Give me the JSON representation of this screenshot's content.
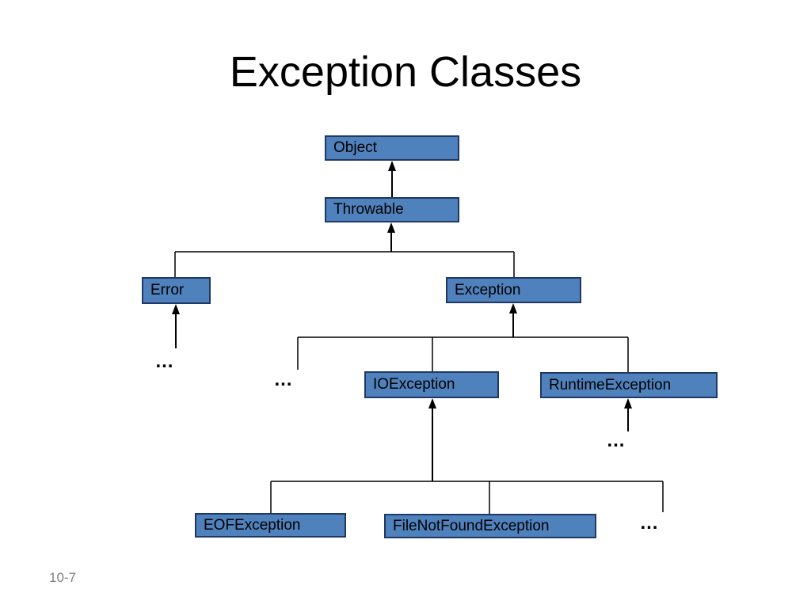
{
  "slide": {
    "title": "Exception Classes",
    "page_number": "10-7"
  },
  "diagram": {
    "type": "class-hierarchy-tree",
    "ellipsis": "…",
    "nodes": {
      "object": {
        "label": "Object"
      },
      "throwable": {
        "label": "Throwable"
      },
      "error": {
        "label": "Error"
      },
      "exception": {
        "label": "Exception"
      },
      "ioexception": {
        "label": "IOException"
      },
      "runtimeexception": {
        "label": "RuntimeException"
      },
      "eofexception": {
        "label": "EOFException"
      },
      "filenotfoundexception": {
        "label": "FileNotFoundException"
      }
    },
    "edges": [
      {
        "child": "Throwable",
        "parent": "Object"
      },
      {
        "child": "Error",
        "parent": "Throwable"
      },
      {
        "child": "Exception",
        "parent": "Throwable"
      },
      {
        "child": "…",
        "parent": "Error"
      },
      {
        "child": "…",
        "parent": "Exception"
      },
      {
        "child": "IOException",
        "parent": "Exception"
      },
      {
        "child": "RuntimeException",
        "parent": "Exception"
      },
      {
        "child": "…",
        "parent": "RuntimeException"
      },
      {
        "child": "EOFException",
        "parent": "IOException"
      },
      {
        "child": "FileNotFoundException",
        "parent": "IOException"
      },
      {
        "child": "…",
        "parent": "IOException"
      }
    ],
    "colors": {
      "node_fill": "#4F81BD",
      "node_border": "#1F3864",
      "connector": "#000000",
      "page_number": "#808080"
    }
  }
}
